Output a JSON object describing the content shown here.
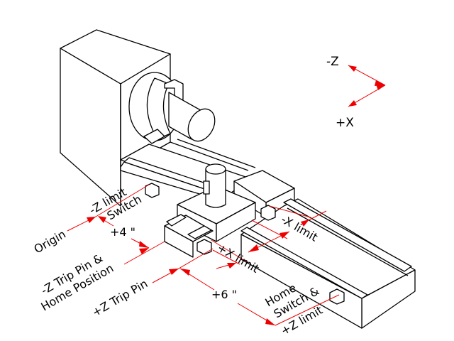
{
  "diagram": {
    "title": "CNC lathe axis limits and home position",
    "axis_indicator": {
      "neg_z": "-Z",
      "pos_x": "+X",
      "color": "#e00000"
    },
    "labels": {
      "origin": "Origin",
      "neg_z_limit": "-Z limit",
      "switch": "Switch",
      "plus4": "+4 \"",
      "neg_z_trip_line1": "-Z Trip Pin &",
      "neg_z_trip_line2": "Home Position",
      "pos_z_trip": "+Z Trip Pin",
      "plus6": "+6 \"",
      "pos_x_limit": "+X limit",
      "neg_x_limit": "-X limit",
      "home_line1": "Home",
      "home_line2": "Switch &",
      "home_line3": "+Z limit"
    },
    "colors": {
      "lines": "#000000",
      "dimensions": "#e00000",
      "background": "#ffffff"
    }
  }
}
